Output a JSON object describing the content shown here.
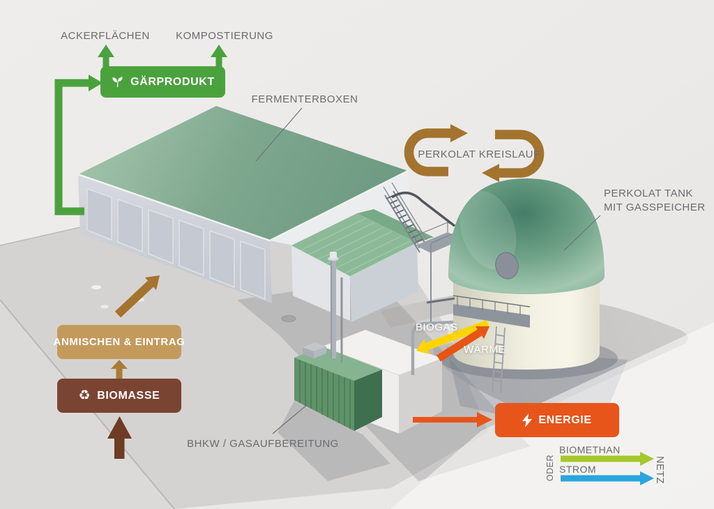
{
  "labels": {
    "ackerflaechen": "ACKERFLÄCHEN",
    "kompostierung": "KOMPOSTIERUNG",
    "fermenterboxen": "FERMENTERBOXEN",
    "perkolat_kreislauf": "PERKOLAT KREISLAUF",
    "perkolat_tank": "PERKOLAT TANK",
    "mit_gasspeicher": "MIT GASSPEICHER",
    "biogas": "BIOGAS",
    "waerme": "WÄRME",
    "bhkw": "BHKW / GASAUFBEREITUNG",
    "biomethan": "BIOMETHAN",
    "strom": "STROM",
    "oder": "ODER",
    "netz": "NETZ"
  },
  "nodes": {
    "gaerprodukt": {
      "label": "GÄRPRODUKT",
      "icon": "seedling-icon",
      "color": "#4aa23d"
    },
    "anmischen": {
      "label": "ANMISCHEN & EINTRAG",
      "color": "#c49a5c"
    },
    "biomasse": {
      "label": "BIOMASSE",
      "icon": "recycle-icon",
      "color": "#7a4433"
    },
    "energie": {
      "label": "ENERGIE",
      "icon": "lightning-icon",
      "color": "#e8551a"
    }
  },
  "icons": {
    "recycle_glyph": "♻"
  },
  "palette": {
    "accent_green": "#4aa23d",
    "flow_brown": "#a3742e",
    "box_tan": "#c49a5c",
    "box_brown": "#7a4433",
    "arrow_dark_brown": "#6e3b25",
    "accent_orange": "#e8551a",
    "arrow_yellow": "#ffd400",
    "arrow_lime": "#a6c72b",
    "arrow_blue": "#2aa5de",
    "label_gray": "#696b6f",
    "roof_green": "#7ba58b",
    "dome_green": "#6fa287"
  }
}
